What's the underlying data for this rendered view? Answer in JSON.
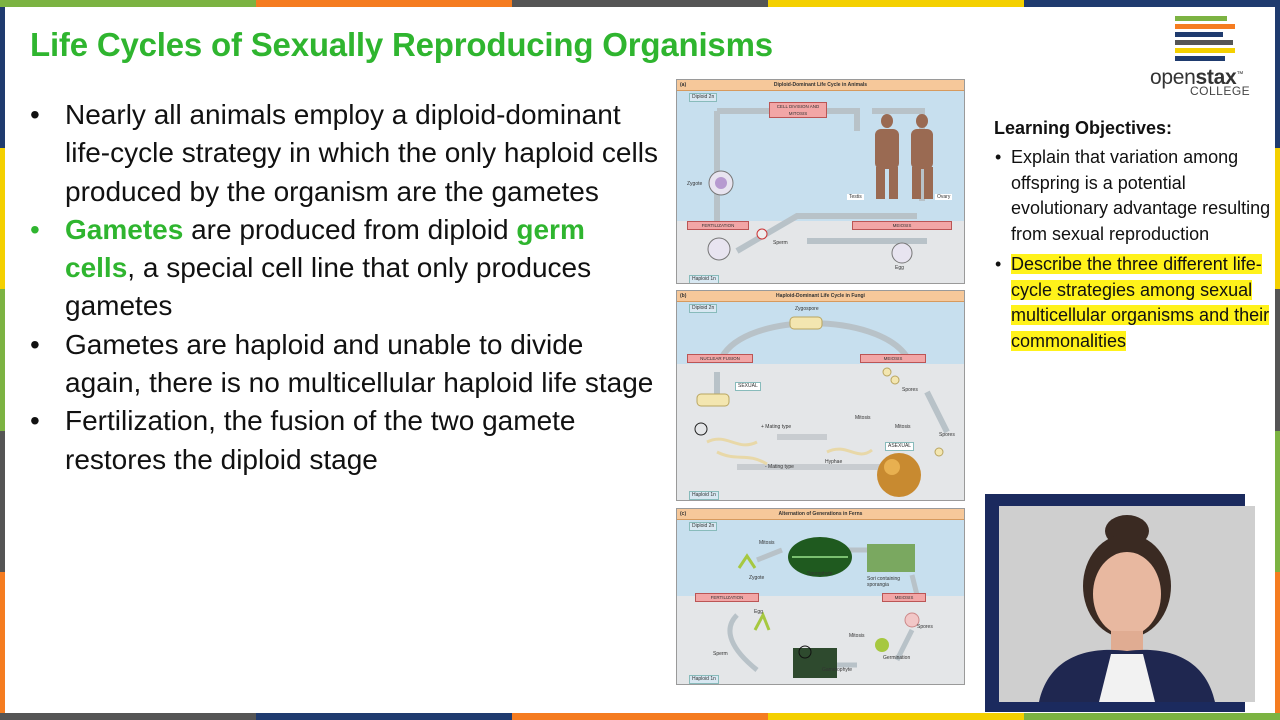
{
  "slide": {
    "title": "Life Cycles of Sexually Reproducing Organisms",
    "bullets": [
      {
        "text": "Nearly all animals employ a diploid-dominant life-cycle strategy in which the only haploid cells produced by the organism are the gametes"
      },
      {
        "term1": "Gametes",
        "mid": " are produced from diploid ",
        "term2": "germ cells",
        "rest": ", a special cell line that only produces gametes"
      },
      {
        "text": "Gametes are haploid and unable to divide again, there is no multicellular haploid life stage"
      },
      {
        "text": "Fertilization, the fusion of the two gamete restores the diploid stage"
      }
    ]
  },
  "logo": {
    "brand_light": "open",
    "brand_bold": "stax",
    "tm": "™",
    "sub": "COLLEGE",
    "stripe_colors": [
      "#7cb342",
      "#f57c20",
      "#1f3b6f",
      "#555555",
      "#f4d000",
      "#7a7a7a",
      "#1f3b6f"
    ]
  },
  "objectives": {
    "title": "Learning Objectives:",
    "items": [
      "Explain that variation among offspring is a potential evolutionary advantage resulting from sexual reproduction",
      "Describe the three different life-cycle strategies among sexual multicellular organisms and their commonalities"
    ]
  },
  "figures": {
    "a": {
      "letter": "(a)",
      "title": "Diploid-Dominant Life Cycle in Animals",
      "diploid": "Diploid 2n",
      "haploid": "Haploid 1n",
      "cell_division": "CELL DIVISION AND MITOSIS",
      "fertilization": "FERTILIZATION",
      "meiosis": "MEIOSIS",
      "zygote": "Zygote",
      "sperm": "Sperm",
      "egg": "Egg",
      "testis": "Testis",
      "ovary": "Ovary"
    },
    "b": {
      "letter": "(b)",
      "title": "Haploid-Dominant Life Cycle in Fungi",
      "diploid": "Diploid 2n",
      "haploid": "Haploid 1n",
      "zygospore": "Zygospore",
      "nuclear_fusion": "NUCLEAR FUSION",
      "meiosis": "MEIOSIS",
      "sexual": "SEXUAL",
      "asexual": "ASEXUAL",
      "spores": "Spores",
      "mitosis": "Mitosis",
      "plus_mating": "+ Mating type",
      "minus_mating": "- Mating type",
      "hyphae": "Hyphae"
    },
    "c": {
      "letter": "(c)",
      "title": "Alternation of Generations in Ferns",
      "diploid": "Diploid 2n",
      "haploid": "Haploid 1n",
      "mitosis": "Mitosis",
      "zygote": "Zygote",
      "sporophyte": "Sporophyte",
      "sori": "Sori containing sporangia",
      "fertilization": "FERTILIZATION",
      "meiosis": "MEIOSIS",
      "egg": "Egg",
      "spores": "Spores",
      "sperm": "Sperm",
      "gametophyte": "Gametophyte",
      "germination": "Germination"
    }
  }
}
